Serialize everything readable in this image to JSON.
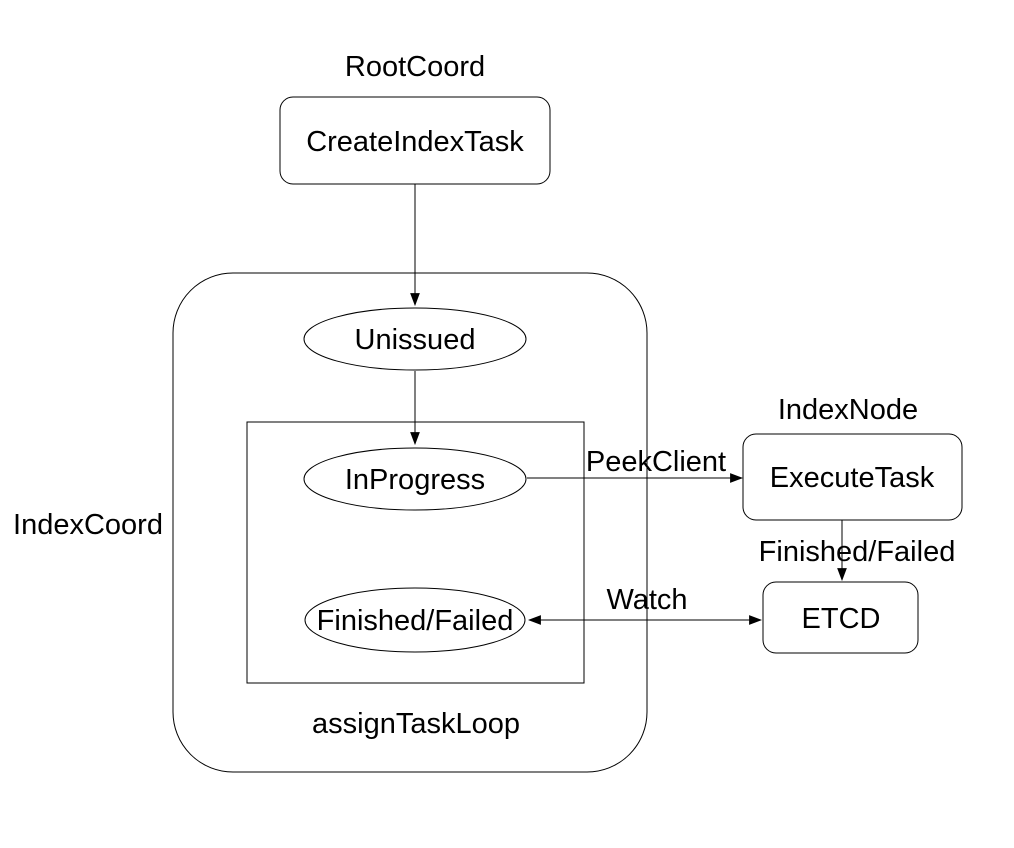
{
  "diagram": {
    "background_color": "#ffffff",
    "line_color": "#000000",
    "text_color": "#000000",
    "groups": {
      "root_coord": {
        "label": "RootCoord"
      },
      "index_coord": {
        "label": "IndexCoord"
      },
      "assign_task_loop": {
        "label": "assignTaskLoop"
      },
      "index_node": {
        "label": "IndexNode"
      }
    },
    "nodes": {
      "create_index_task": {
        "label": "CreateIndexTask",
        "shape": "rounded-rect"
      },
      "unissued": {
        "label": "Unissued",
        "shape": "ellipse"
      },
      "in_progress": {
        "label": "InProgress",
        "shape": "ellipse"
      },
      "finished_failed_state": {
        "label": "Finished/Failed",
        "shape": "ellipse"
      },
      "execute_task": {
        "label": "ExecuteTask",
        "shape": "rounded-rect"
      },
      "etcd": {
        "label": "ETCD",
        "shape": "rounded-rect"
      }
    },
    "edges": {
      "create_to_unissued": {
        "label": "",
        "from": "create_index_task",
        "to": "unissued",
        "direction": "down"
      },
      "unissued_to_inprogress": {
        "label": "",
        "from": "unissued",
        "to": "in_progress",
        "direction": "down"
      },
      "peek_client": {
        "label": "PeekClient",
        "from": "in_progress",
        "to": "execute_task",
        "direction": "right"
      },
      "finished_failed_edge": {
        "label": "Finished/Failed",
        "from": "execute_task",
        "to": "etcd",
        "direction": "down"
      },
      "watch": {
        "label": "Watch",
        "from": "finished_failed_state",
        "to": "etcd",
        "direction": "both"
      }
    }
  }
}
